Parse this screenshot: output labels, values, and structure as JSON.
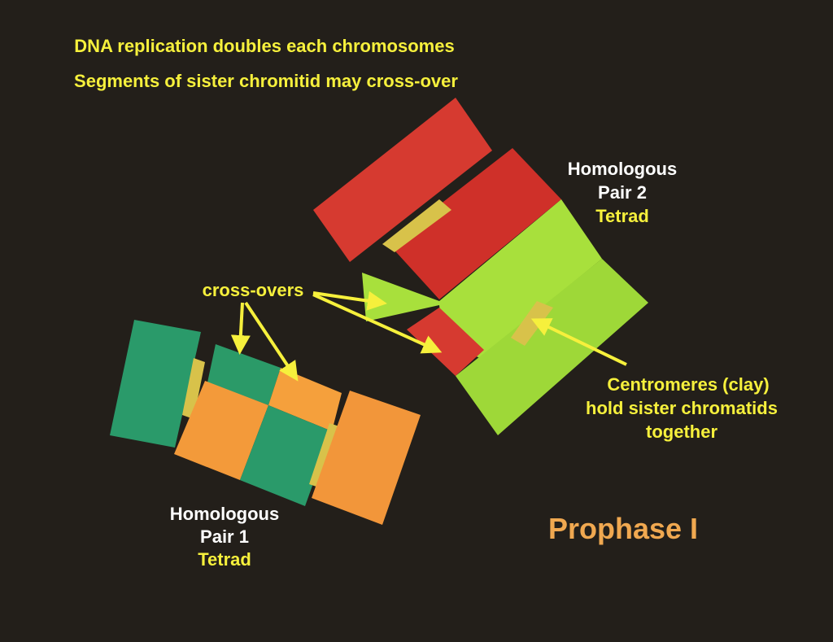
{
  "title_lines": [
    "DNA replication doubles each chromosomes",
    "Segments of sister chromitid may cross-over"
  ],
  "pair2": {
    "line1": "Homologous",
    "line2": "Pair 2",
    "line3": "Tetrad"
  },
  "pair1": {
    "line1": "Homologous",
    "line2": "Pair 1",
    "line3": "Tetrad"
  },
  "crossovers_label": "cross-overs",
  "centromeres": {
    "line1": "Centromeres (clay)",
    "line2": "hold sister chromatids",
    "line3": "together"
  },
  "stage_label": "Prophase I",
  "colors": {
    "background": "#231f1a",
    "annotation": "#f6f03c",
    "stage": "#f0a850",
    "dark_green": "#2a9a6a",
    "orange": "#f39a3a",
    "red": "#d9362e",
    "light_green": "#a6e03a"
  }
}
